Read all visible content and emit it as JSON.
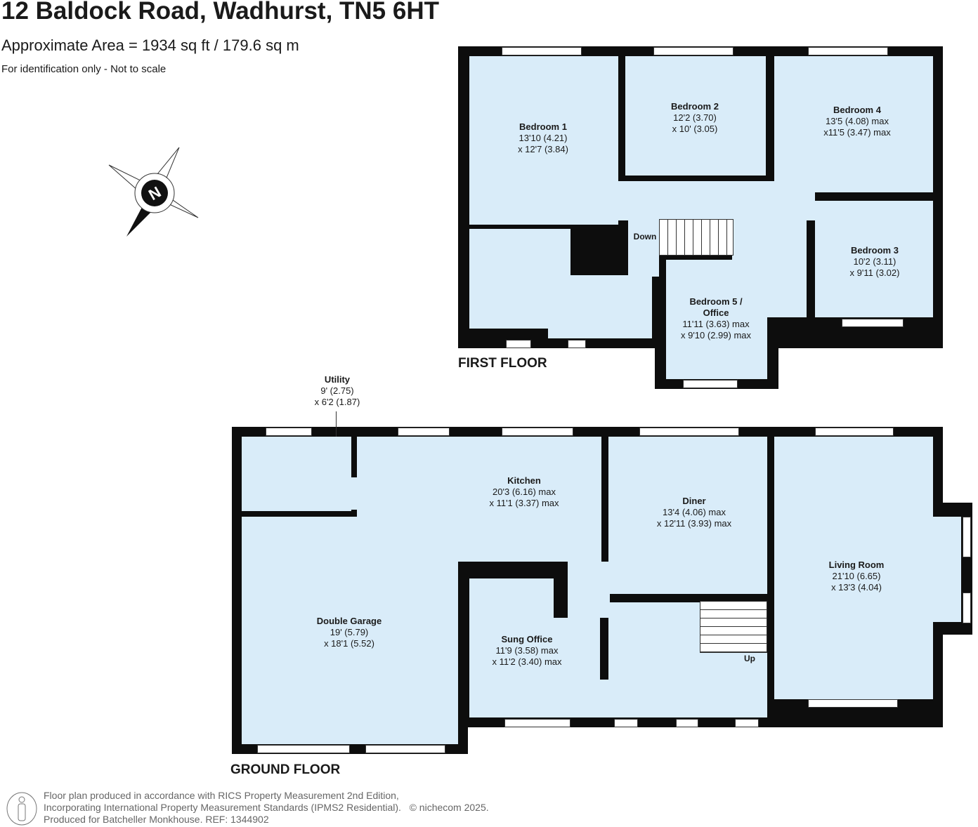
{
  "header": {
    "title": "12 Baldock Road, Wadhurst, TN5 6HT",
    "area": "Approximate Area = 1934 sq ft / 179.6 sq m",
    "note": "For identification only - Not to scale"
  },
  "compass": {
    "letter": "N"
  },
  "first_floor": {
    "title": "FIRST FLOOR",
    "stairs_label": "Down",
    "rooms": [
      {
        "name": "Bedroom 1",
        "dim1": "13'10 (4.21)",
        "dim2": "x 12'7 (3.84)"
      },
      {
        "name": "Bedroom 2",
        "dim1": "12'2 (3.70)",
        "dim2": "x 10' (3.05)"
      },
      {
        "name": "Bedroom 4",
        "dim1": "13'5 (4.08) max",
        "dim2": "x11'5 (3.47) max"
      },
      {
        "name": "Bedroom 3",
        "dim1": "10'2 (3.11)",
        "dim2": "x 9'11 (3.02)"
      },
      {
        "name": "Bedroom 5 / Office",
        "dim1": "11'11 (3.63) max",
        "dim2": "x 9'10 (2.99) max"
      }
    ]
  },
  "ground_floor": {
    "title": "GROUND FLOOR",
    "stairs_label": "Up",
    "rooms": [
      {
        "name": "Utility",
        "dim1": "9' (2.75)",
        "dim2": "x 6'2 (1.87)"
      },
      {
        "name": "Kitchen",
        "dim1": "20'3 (6.16) max",
        "dim2": "x 11'1 (3.37) max"
      },
      {
        "name": "Diner",
        "dim1": "13'4 (4.06) max",
        "dim2": "x 12'11 (3.93) max"
      },
      {
        "name": "Living Room",
        "dim1": "21'10 (6.65)",
        "dim2": "x 13'3 (4.04)"
      },
      {
        "name": "Double Garage",
        "dim1": "19' (5.79)",
        "dim2": "x 18'1 (5.52)"
      },
      {
        "name": "Sung Office",
        "dim1": "11'9 (3.58) max",
        "dim2": "x 11'2 (3.40) max"
      }
    ]
  },
  "footer": {
    "line1": "Floor plan produced in accordance with RICS Property Measurement 2nd Edition,",
    "line2": "Incorporating International Property Measurement Standards (IPMS2 Residential).",
    "copyright": "© nichecom 2025.",
    "line3": "Produced for Batcheller Monkhouse.   REF:  1344902"
  },
  "colors": {
    "room": "#d9ecf9",
    "wall": "#0d0d0d"
  }
}
